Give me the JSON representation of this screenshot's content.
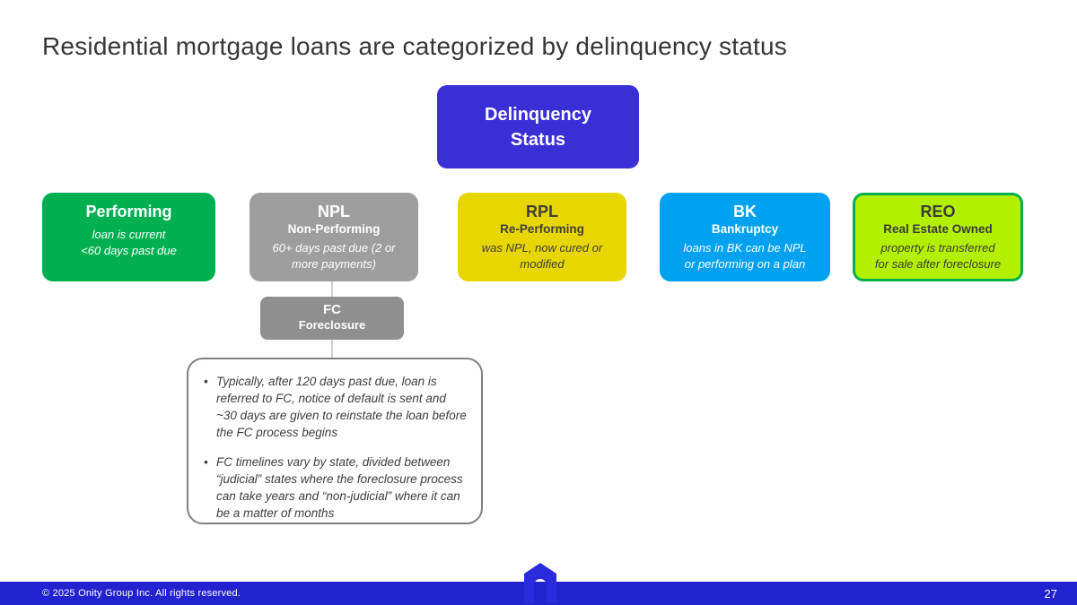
{
  "slide": {
    "title": "Residential mortgage loans are categorized by delinquency status",
    "root_box": {
      "label": "Delinquency\nStatus",
      "bg": "#3a2ed6"
    },
    "categories": [
      {
        "name": "Performing",
        "subtitle": "",
        "desc": "loan is current\n<60 days past due",
        "bg": "#00b050",
        "text_color": "#ffffff"
      },
      {
        "name": "NPL",
        "subtitle": "Non-Performing",
        "desc": "60+ days past due (2 or\nmore payments)",
        "bg": "#9e9e9e",
        "text_color": "#ffffff"
      },
      {
        "name": "RPL",
        "subtitle": "Re-Performing",
        "desc": "was NPL, now cured or\nmodified",
        "bg": "#e7d600",
        "text_color": "#3f3f3f"
      },
      {
        "name": "BK",
        "subtitle": "Bankruptcy",
        "desc": "loans in BK can be NPL\nor performing on a plan",
        "bg": "#00a2ef",
        "text_color": "#ffffff"
      },
      {
        "name": "REO",
        "subtitle": "Real Estate Owned",
        "desc": "property is transferred\nfor sale after foreclosure",
        "bg": "#b2f000",
        "text_color": "#3c3c3c",
        "border_color": "#00b050"
      }
    ],
    "fc_box": {
      "name": "FC",
      "subtitle": "Foreclosure",
      "bg": "#8f8f8f"
    },
    "notes": [
      "Typically, after 120 days past due, loan is referred to FC, notice of default is sent and ~30 days are given to reinstate the loan before the FC process begins",
      "FC timelines vary by state, divided between “judicial” states where the foreclosure process can take years and “non-judicial” where it can be a matter of months"
    ],
    "footer": {
      "copyright": "© 2025 Onity Group Inc. All rights reserved.",
      "page_number": "27",
      "bar_color": "#2222cf",
      "logo_color": "#2b2bdd"
    }
  }
}
